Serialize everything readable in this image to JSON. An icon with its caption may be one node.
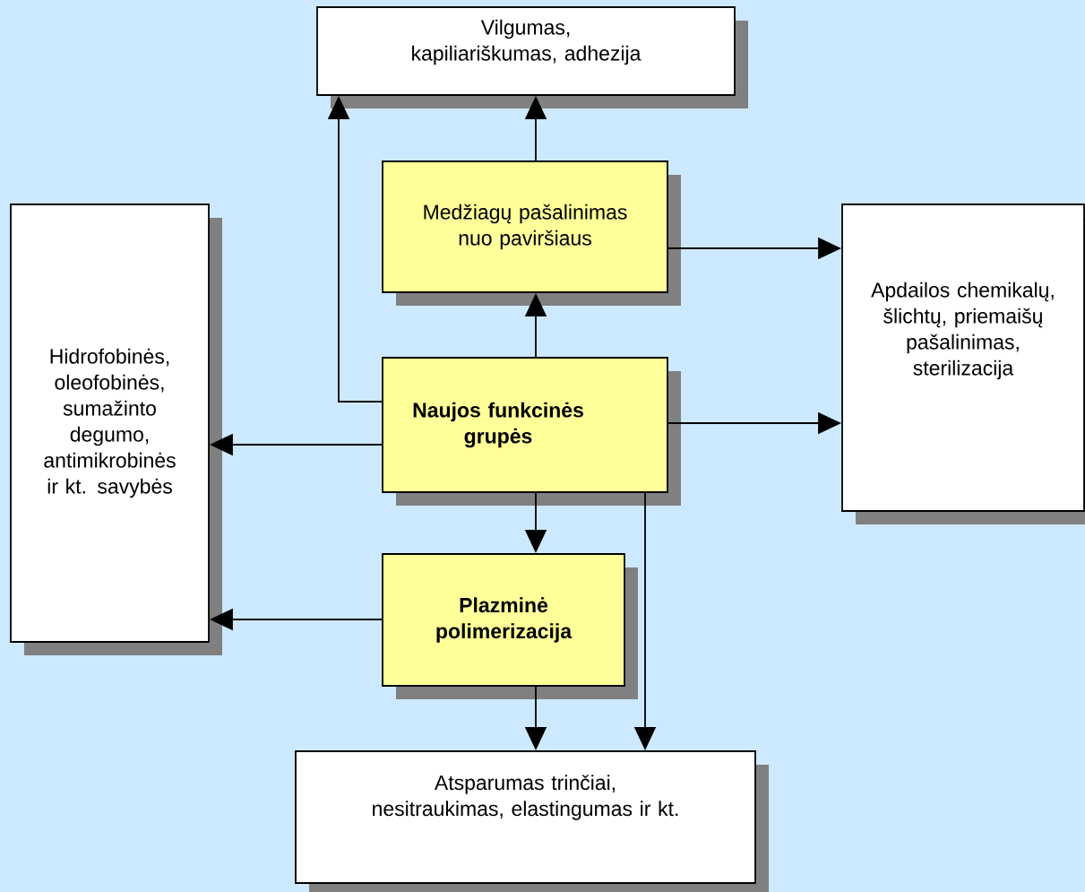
{
  "diagram": {
    "nodes": [
      {
        "text": [
          "Vilgumas,  kapiliariškumas, adhezija"
        ]
      },
      {
        "text": [
          "Medžiagų  pašalinimas nuo  paviršiaus"
        ]
      },
      {
        "text": [
          "Hidrofobinės, oleofobinės, sumažinto degumo, antimikrobinės ir kt. savybės"
        ]
      },
      {
        "text": [
          "Apdailos  chemikalų, šlichtų,  priemaišų pašalinimas, sterilizacija"
        ]
      },
      {
        "text": [
          "Naujos funkcinės grupės"
        ]
      },
      {
        "text": [
          "Plazminė polimerizacija"
        ]
      },
      {
        "text": [
          "Atsparumas   trinčiai,  nesitraukimas, elastingumas  ir kt."
        ]
      }
    ],
    "edges": [
      {
        "from": 1,
        "to": 0,
        "arrow": "to"
      },
      {
        "from": 4,
        "to": 0,
        "arrow": "to"
      },
      {
        "from": 4,
        "to": 1,
        "arrow": "to"
      },
      {
        "from": 1,
        "to": 3,
        "arrow": "to"
      },
      {
        "from": 4,
        "to": 3,
        "arrow": "to"
      },
      {
        "from": 4,
        "to": 2,
        "arrow": "to"
      },
      {
        "from": 4,
        "to": 5,
        "arrow": "to"
      },
      {
        "from": 4,
        "to": 6,
        "arrow": "to"
      },
      {
        "from": 5,
        "to": 2,
        "arrow": "to"
      },
      {
        "from": 5,
        "to": 6,
        "arrow": "to"
      }
    ]
  }
}
